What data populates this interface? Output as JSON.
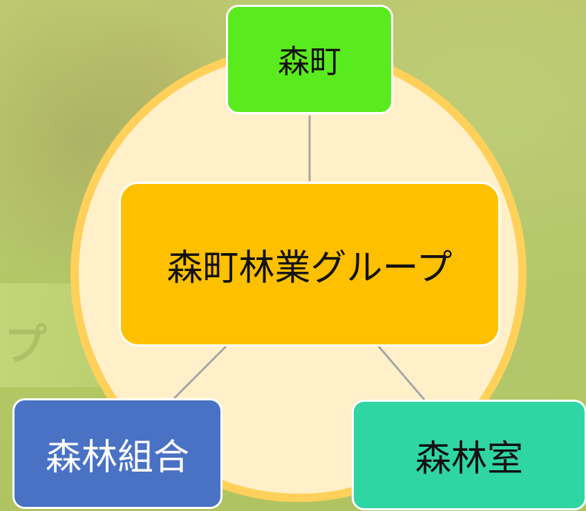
{
  "diagram": {
    "top": {
      "label": "森町",
      "color": "#5aeb1e"
    },
    "center": {
      "label": "森町林業グループ",
      "color": "#ffc000"
    },
    "bottom_left": {
      "label": "森林組合",
      "color": "#4a72c4"
    },
    "bottom_right": {
      "label": "森林室",
      "color": "#2fd6a3"
    },
    "circle_color": "#fff0c9",
    "circle_border_color": "#ffd05a",
    "connector_color": "#a6a6a6"
  }
}
